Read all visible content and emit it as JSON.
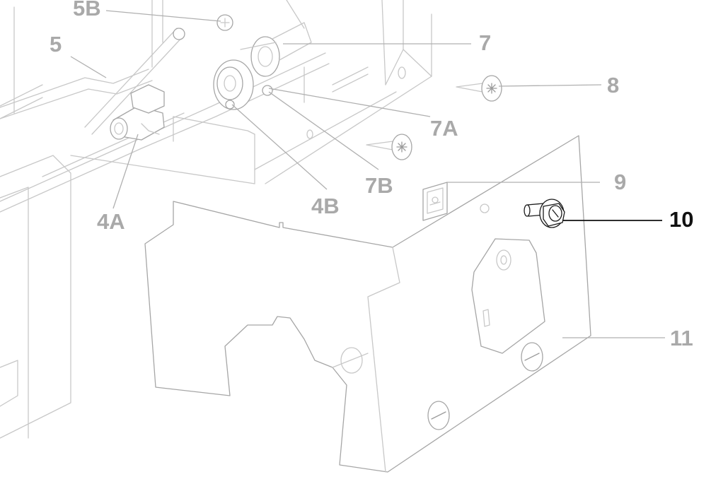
{
  "callouts": {
    "c5b": "5B",
    "c5": "5",
    "c7": "7",
    "c8": "8",
    "c7a": "7A",
    "c7b": "7B",
    "c9": "9",
    "c4b": "4B",
    "c4a": "4A",
    "c10": "10",
    "c11": "11"
  },
  "colors": {
    "highlight": "#111111",
    "faded_label": "#a9a9a9",
    "faded_line": "#c8c8c8"
  }
}
